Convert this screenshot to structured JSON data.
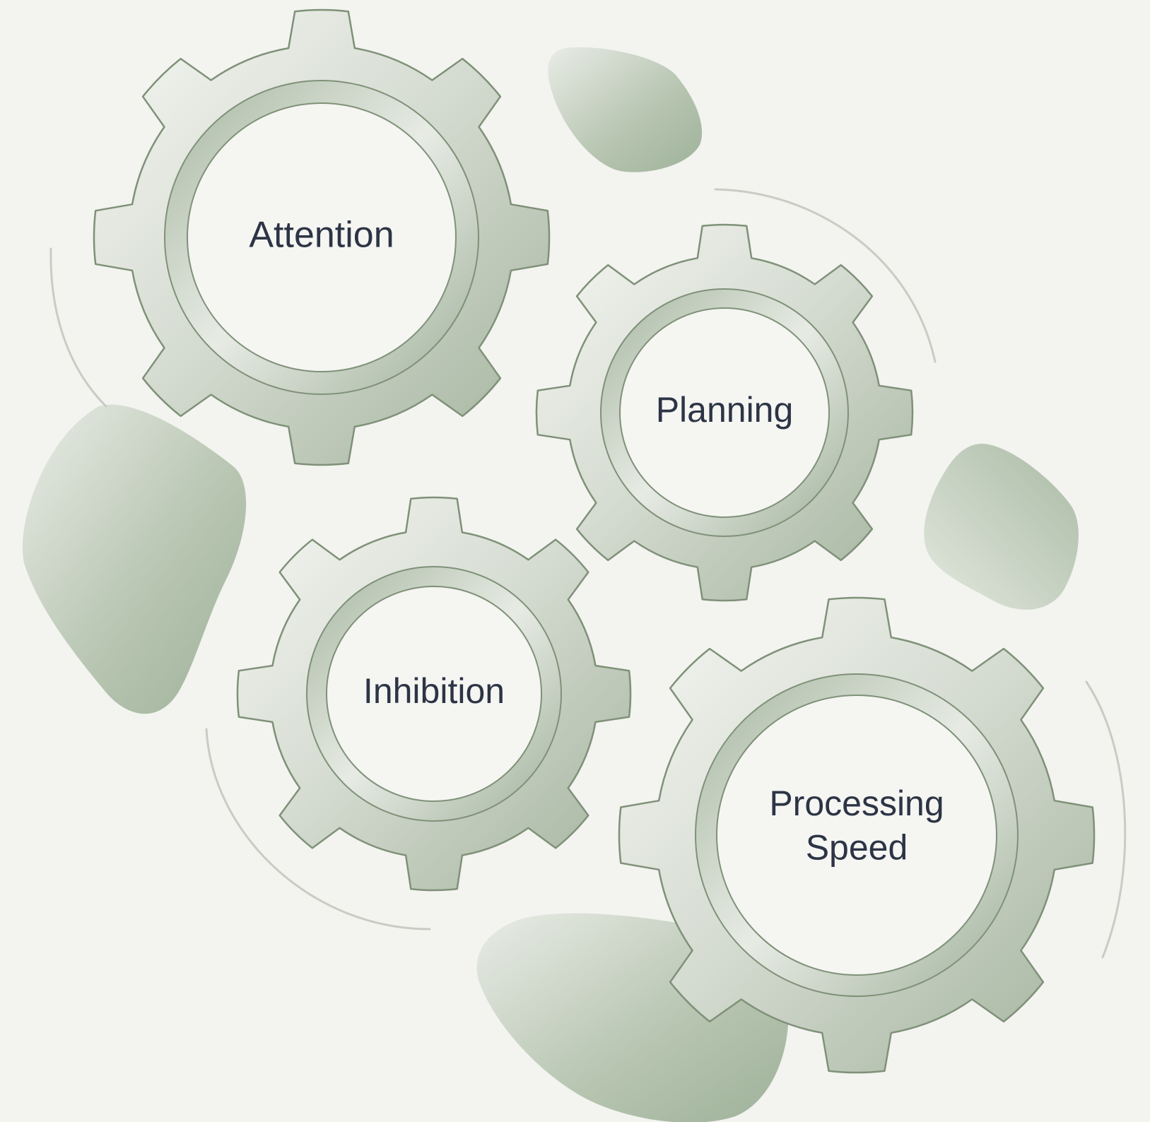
{
  "diagram": {
    "gears": [
      {
        "id": "attention",
        "label_lines": [
          "Attention"
        ]
      },
      {
        "id": "planning",
        "label_lines": [
          "Planning"
        ]
      },
      {
        "id": "inhibition",
        "label_lines": [
          "Inhibition"
        ]
      },
      {
        "id": "processing-speed",
        "label_lines": [
          "Processing",
          "Speed"
        ]
      }
    ]
  },
  "colors": {
    "background": "#f3f3f0",
    "gear_fill_light": "#f4f5f1",
    "gear_fill_dark": "#a9b8a3",
    "gear_stroke": "#7f9178",
    "blob": "#a6b8a1",
    "label_text": "#2c3445",
    "arc": "#c9ccc3"
  }
}
